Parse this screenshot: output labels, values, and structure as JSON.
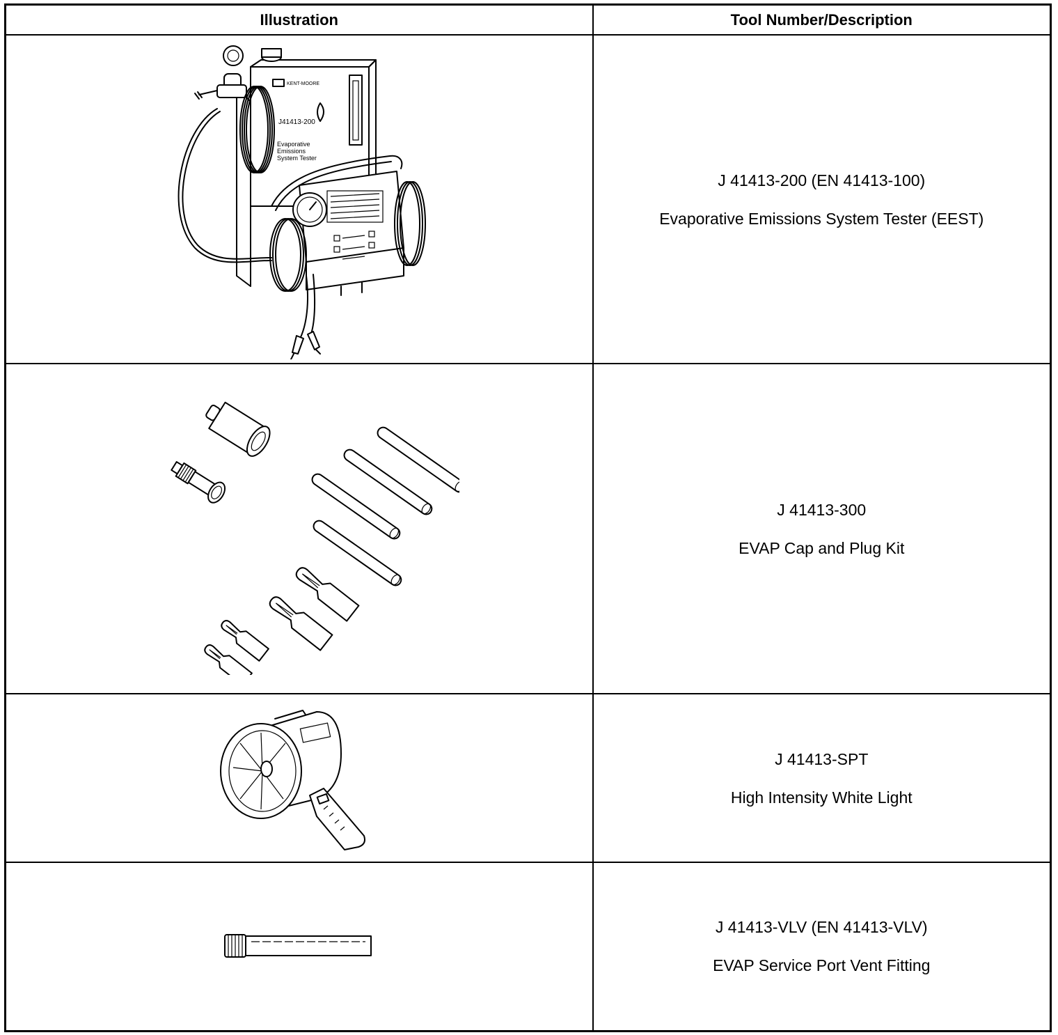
{
  "table": {
    "headers": {
      "illustration": "Illustration",
      "tool": "Tool Number/Description"
    },
    "rows": [
      {
        "tool_number": "J 41413-200 (EN 41413-100)",
        "description": "Evaporative Emissions System Tester (EEST)",
        "illustration_labels": {
          "brand": "KENT-MOORE",
          "model": "J41413-200",
          "line1": "Evaporative",
          "line2": "Emissions",
          "line3": "System Tester"
        }
      },
      {
        "tool_number": "J 41413-300",
        "description": "EVAP Cap and Plug Kit"
      },
      {
        "tool_number": "J 41413-SPT",
        "description": "High Intensity White Light"
      },
      {
        "tool_number": "J 41413-VLV (EN 41413-VLV)",
        "description": "EVAP Service Port Vent Fitting"
      }
    ]
  }
}
